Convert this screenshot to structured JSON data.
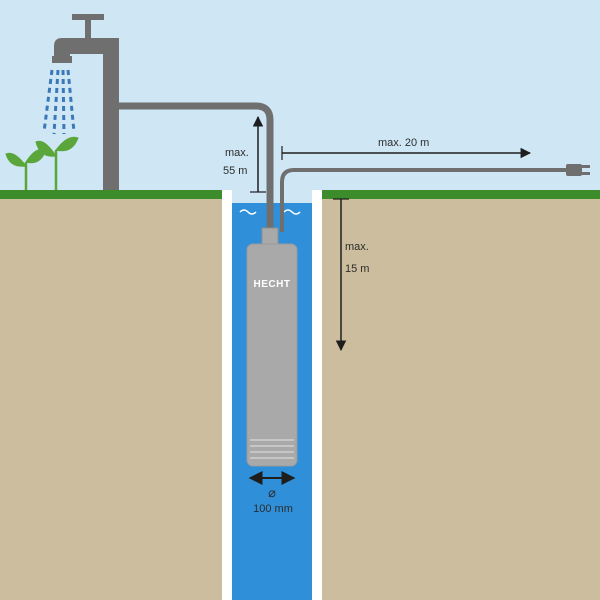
{
  "labels": {
    "height_max": "max.",
    "height_value": "55 m",
    "cable_length": "max. 20 m",
    "depth_max": "max.",
    "depth_value": "15 m",
    "diameter_symbol": "⌀",
    "diameter_value": "100 mm"
  },
  "pump": {
    "brand": "HECHT"
  },
  "colors": {
    "sky": "#cfe6f5",
    "grass": "#3c8c2c",
    "soil": "#cbbd9d",
    "water": "#2f8fd8",
    "well_wall": "#ffffff",
    "pipe": "#6f6f6f",
    "pump_body": "#a9a9a9",
    "plant": "#5aa63a",
    "water_spray": "#3a78b8"
  }
}
